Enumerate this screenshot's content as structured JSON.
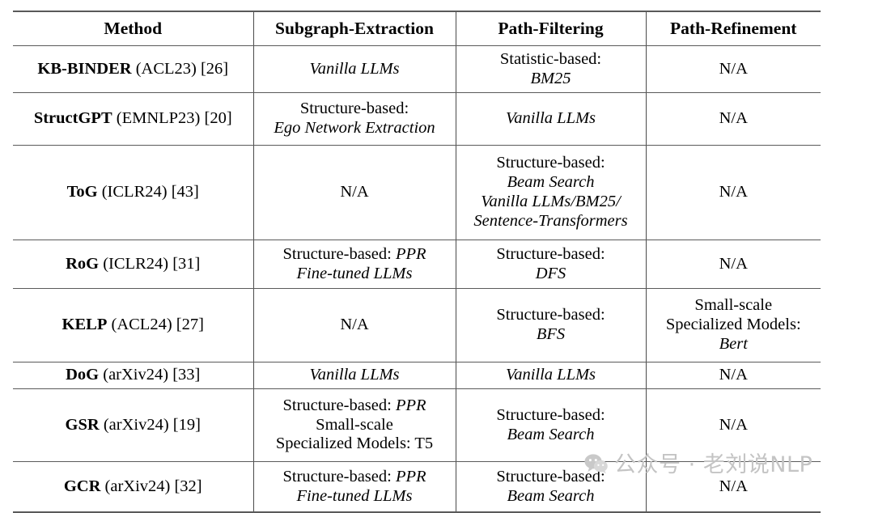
{
  "table": {
    "columns": [
      "Method",
      "Subgraph-Extraction",
      "Path-Filtering",
      "Path-Refinement"
    ],
    "rows": [
      {
        "method_name": "KB-BINDER",
        "method_meta": "(ACL23) [26]",
        "subgraph": [
          {
            "text": "Vanilla LLMs",
            "italic": true
          }
        ],
        "filtering": [
          {
            "text": "Statistic-based:",
            "italic": false
          },
          {
            "text": "BM25",
            "italic": true
          }
        ],
        "refinement": [
          {
            "text": "N/A",
            "italic": false
          }
        ]
      },
      {
        "method_name": "StructGPT",
        "method_meta": "(EMNLP23) [20]",
        "subgraph": [
          {
            "text": "Structure-based:",
            "italic": false
          },
          {
            "text": "Ego Network Extraction",
            "italic": true
          }
        ],
        "filtering": [
          {
            "text": "Vanilla LLMs",
            "italic": true
          }
        ],
        "refinement": [
          {
            "text": "N/A",
            "italic": false
          }
        ]
      },
      {
        "method_name": "ToG",
        "method_meta": "(ICLR24) [43]",
        "subgraph": [
          {
            "text": "N/A",
            "italic": false
          }
        ],
        "filtering": [
          {
            "text": "Structure-based:",
            "italic": false
          },
          {
            "text": "Beam Search",
            "italic": true
          },
          {
            "text": "Vanilla LLMs/BM25/",
            "italic": true
          },
          {
            "text": "Sentence-Transformers",
            "italic": true
          }
        ],
        "refinement": [
          {
            "text": "N/A",
            "italic": false
          }
        ]
      },
      {
        "method_name": "RoG",
        "method_meta": "(ICLR24) [31]",
        "subgraph": [
          {
            "text": "Structure-based: PPR",
            "italic": false,
            "mixed": [
              {
                "t": "Structure-based: ",
                "i": false
              },
              {
                "t": "PPR",
                "i": true
              }
            ]
          },
          {
            "text": "Fine-tuned LLMs",
            "italic": true
          }
        ],
        "filtering": [
          {
            "text": "Structure-based:",
            "italic": false
          },
          {
            "text": "DFS",
            "italic": true
          }
        ],
        "refinement": [
          {
            "text": "N/A",
            "italic": false
          }
        ]
      },
      {
        "method_name": "KELP",
        "method_meta": "(ACL24) [27]",
        "subgraph": [
          {
            "text": "N/A",
            "italic": false
          }
        ],
        "filtering": [
          {
            "text": "Structure-based:",
            "italic": false
          },
          {
            "text": "BFS",
            "italic": true
          }
        ],
        "refinement": [
          {
            "text": "Small-scale",
            "italic": false
          },
          {
            "text": "Specialized Models:",
            "italic": false
          },
          {
            "text": "Bert",
            "italic": true
          }
        ]
      },
      {
        "method_name": "DoG",
        "method_meta": "(arXiv24) [33]",
        "subgraph": [
          {
            "text": "Vanilla LLMs",
            "italic": true
          }
        ],
        "filtering": [
          {
            "text": "Vanilla LLMs",
            "italic": true
          }
        ],
        "refinement": [
          {
            "text": "N/A",
            "italic": false
          }
        ]
      },
      {
        "method_name": "GSR",
        "method_meta": "(arXiv24) [19]",
        "subgraph": [
          {
            "text": "Structure-based: PPR",
            "italic": false,
            "mixed": [
              {
                "t": "Structure-based: ",
                "i": false
              },
              {
                "t": "PPR",
                "i": true
              }
            ]
          },
          {
            "text": "Small-scale",
            "italic": false
          },
          {
            "text": "Specialized Models: T5",
            "italic": false
          }
        ],
        "filtering": [
          {
            "text": "Structure-based:",
            "italic": false
          },
          {
            "text": "Beam Search",
            "italic": true
          }
        ],
        "refinement": [
          {
            "text": "N/A",
            "italic": false
          }
        ]
      },
      {
        "method_name": "GCR",
        "method_meta": "(arXiv24) [32]",
        "subgraph": [
          {
            "text": "Structure-based: PPR",
            "italic": false,
            "mixed": [
              {
                "t": "Structure-based: ",
                "i": false
              },
              {
                "t": "PPR",
                "i": true
              }
            ]
          },
          {
            "text": "Fine-tuned LLMs",
            "italic": true
          }
        ],
        "filtering": [
          {
            "text": "Structure-based:",
            "italic": false
          },
          {
            "text": "Beam Search",
            "italic": true
          }
        ],
        "refinement": [
          {
            "text": "N/A",
            "italic": false
          }
        ]
      }
    ]
  },
  "watermark": {
    "icon": "wechat-logo-icon",
    "text": "公众号 · 老刘说NLP",
    "color": "#c4c4c4"
  }
}
